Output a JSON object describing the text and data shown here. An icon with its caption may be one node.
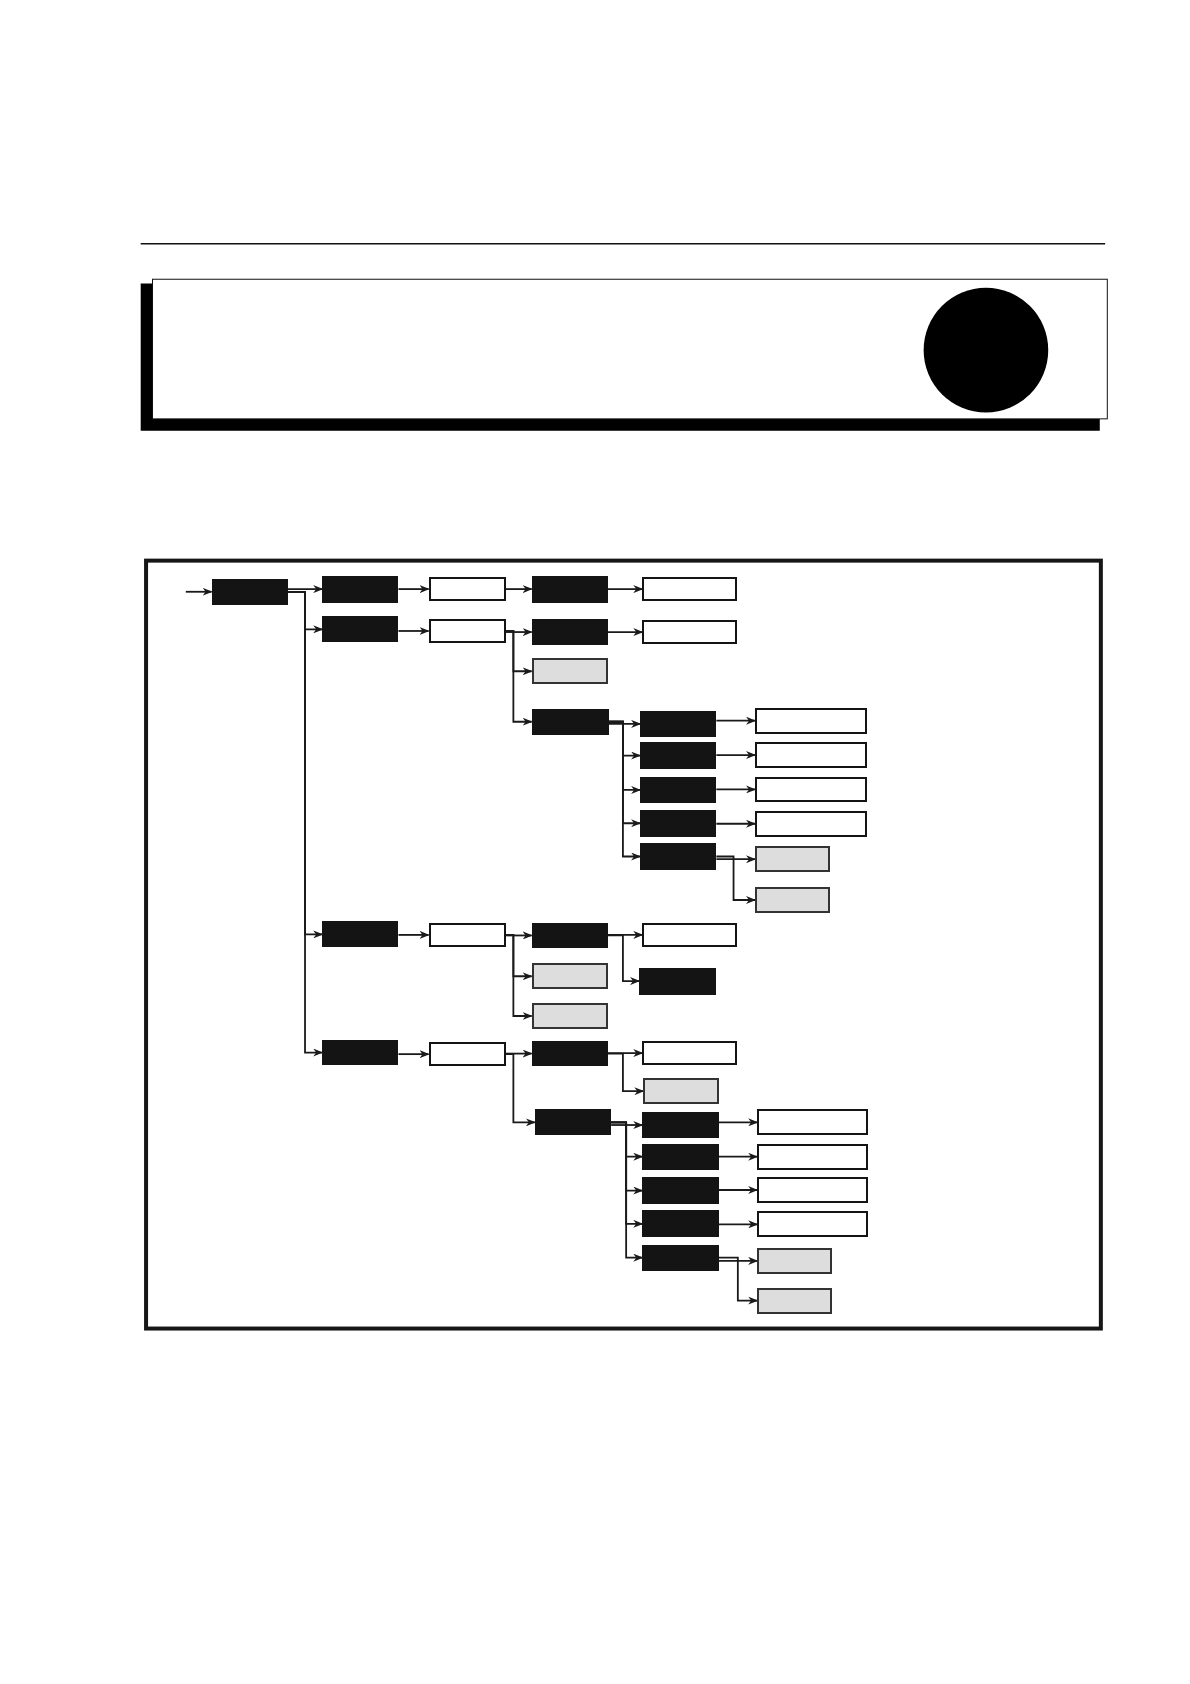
{
  "diagram": {
    "nodes": [
      {
        "text": [],
        "shape": "box"
      },
      {
        "text": [],
        "shape": "box"
      },
      {
        "text": [],
        "shape": "box"
      },
      {
        "text": [],
        "shape": "box"
      },
      {
        "text": [],
        "shape": "box"
      },
      {
        "text": [],
        "shape": "box"
      },
      {
        "text": [],
        "shape": "box"
      },
      {
        "text": [],
        "shape": "box"
      },
      {
        "text": [],
        "shape": "box"
      },
      {
        "text": [],
        "shape": "box"
      },
      {
        "text": [],
        "shape": "box"
      },
      {
        "text": [],
        "shape": "box"
      },
      {
        "text": [],
        "shape": "box"
      },
      {
        "text": [],
        "shape": "box"
      },
      {
        "text": [],
        "shape": "box"
      },
      {
        "text": [],
        "shape": "box"
      },
      {
        "text": [],
        "shape": "box"
      },
      {
        "text": [],
        "shape": "box"
      },
      {
        "text": [],
        "shape": "box"
      },
      {
        "text": [],
        "shape": "box"
      },
      {
        "text": [],
        "shape": "box"
      },
      {
        "text": [],
        "shape": "box"
      },
      {
        "text": [],
        "shape": "box"
      },
      {
        "text": [],
        "shape": "box"
      },
      {
        "text": [],
        "shape": "box"
      },
      {
        "text": [],
        "shape": "box"
      },
      {
        "text": [],
        "shape": "box"
      },
      {
        "text": [],
        "shape": "box"
      },
      {
        "text": [],
        "shape": "box"
      },
      {
        "text": [],
        "shape": "box"
      },
      {
        "text": [],
        "shape": "box"
      },
      {
        "text": [],
        "shape": "box"
      },
      {
        "text": [],
        "shape": "box"
      },
      {
        "text": [],
        "shape": "box"
      },
      {
        "text": [],
        "shape": "box"
      },
      {
        "text": [],
        "shape": "box"
      },
      {
        "text": [],
        "shape": "box"
      },
      {
        "text": [],
        "shape": "box"
      },
      {
        "text": [],
        "shape": "box"
      },
      {
        "text": [],
        "shape": "box"
      },
      {
        "text": [],
        "shape": "box"
      },
      {
        "text": [],
        "shape": "box"
      },
      {
        "text": [],
        "shape": "box"
      },
      {
        "text": [],
        "shape": "box"
      },
      {
        "text": [],
        "shape": "box"
      },
      {
        "text": [],
        "shape": "box"
      }
    ],
    "edges": [
      {
        "from": null,
        "to": 0,
        "arrow": "to"
      },
      {
        "from": 0,
        "to": 1,
        "arrow": "to"
      },
      {
        "from": 0,
        "to": 5,
        "arrow": "to"
      },
      {
        "from": 0,
        "to": 22,
        "arrow": "to"
      },
      {
        "from": 0,
        "to": 29,
        "arrow": "to"
      },
      {
        "from": 1,
        "to": 2,
        "arrow": "to"
      },
      {
        "from": 2,
        "to": 3,
        "arrow": "to"
      },
      {
        "from": 3,
        "to": 4,
        "arrow": "to"
      },
      {
        "from": 5,
        "to": 6,
        "arrow": "to"
      },
      {
        "from": 6,
        "to": 7,
        "arrow": "to"
      },
      {
        "from": 6,
        "to": 9,
        "arrow": "to"
      },
      {
        "from": 6,
        "to": 10,
        "arrow": "to"
      },
      {
        "from": 7,
        "to": 8,
        "arrow": "to"
      },
      {
        "from": 10,
        "to": 11,
        "arrow": "to"
      },
      {
        "from": 10,
        "to": 13,
        "arrow": "to"
      },
      {
        "from": 10,
        "to": 15,
        "arrow": "to"
      },
      {
        "from": 10,
        "to": 17,
        "arrow": "to"
      },
      {
        "from": 10,
        "to": 19,
        "arrow": "to"
      },
      {
        "from": 11,
        "to": 12,
        "arrow": "to"
      },
      {
        "from": 13,
        "to": 14,
        "arrow": "to"
      },
      {
        "from": 15,
        "to": 16,
        "arrow": "to"
      },
      {
        "from": 17,
        "to": 18,
        "arrow": "to"
      },
      {
        "from": 19,
        "to": 20,
        "arrow": "to"
      },
      {
        "from": 19,
        "to": 21,
        "arrow": "to"
      },
      {
        "from": 22,
        "to": 23,
        "arrow": "to"
      },
      {
        "from": 23,
        "to": 24,
        "arrow": "to"
      },
      {
        "from": 23,
        "to": 27,
        "arrow": "to"
      },
      {
        "from": 23,
        "to": 28,
        "arrow": "to"
      },
      {
        "from": 24,
        "to": 25,
        "arrow": "to"
      },
      {
        "from": 24,
        "to": 26,
        "arrow": "to"
      },
      {
        "from": 29,
        "to": 30,
        "arrow": "to"
      },
      {
        "from": 30,
        "to": 31,
        "arrow": "to"
      },
      {
        "from": 30,
        "to": 34,
        "arrow": "to"
      },
      {
        "from": 31,
        "to": 32,
        "arrow": "to"
      },
      {
        "from": 31,
        "to": 33,
        "arrow": "to"
      },
      {
        "from": 34,
        "to": 35,
        "arrow": "to"
      },
      {
        "from": 34,
        "to": 37,
        "arrow": "to"
      },
      {
        "from": 34,
        "to": 39,
        "arrow": "to"
      },
      {
        "from": 34,
        "to": 41,
        "arrow": "to"
      },
      {
        "from": 34,
        "to": 43,
        "arrow": "to"
      },
      {
        "from": 35,
        "to": 36,
        "arrow": "to"
      },
      {
        "from": 37,
        "to": 38,
        "arrow": "to"
      },
      {
        "from": 39,
        "to": 40,
        "arrow": "to"
      },
      {
        "from": 41,
        "to": 42,
        "arrow": "to"
      },
      {
        "from": 43,
        "to": 44,
        "arrow": "to"
      },
      {
        "from": 43,
        "to": 45,
        "arrow": "to"
      }
    ]
  }
}
